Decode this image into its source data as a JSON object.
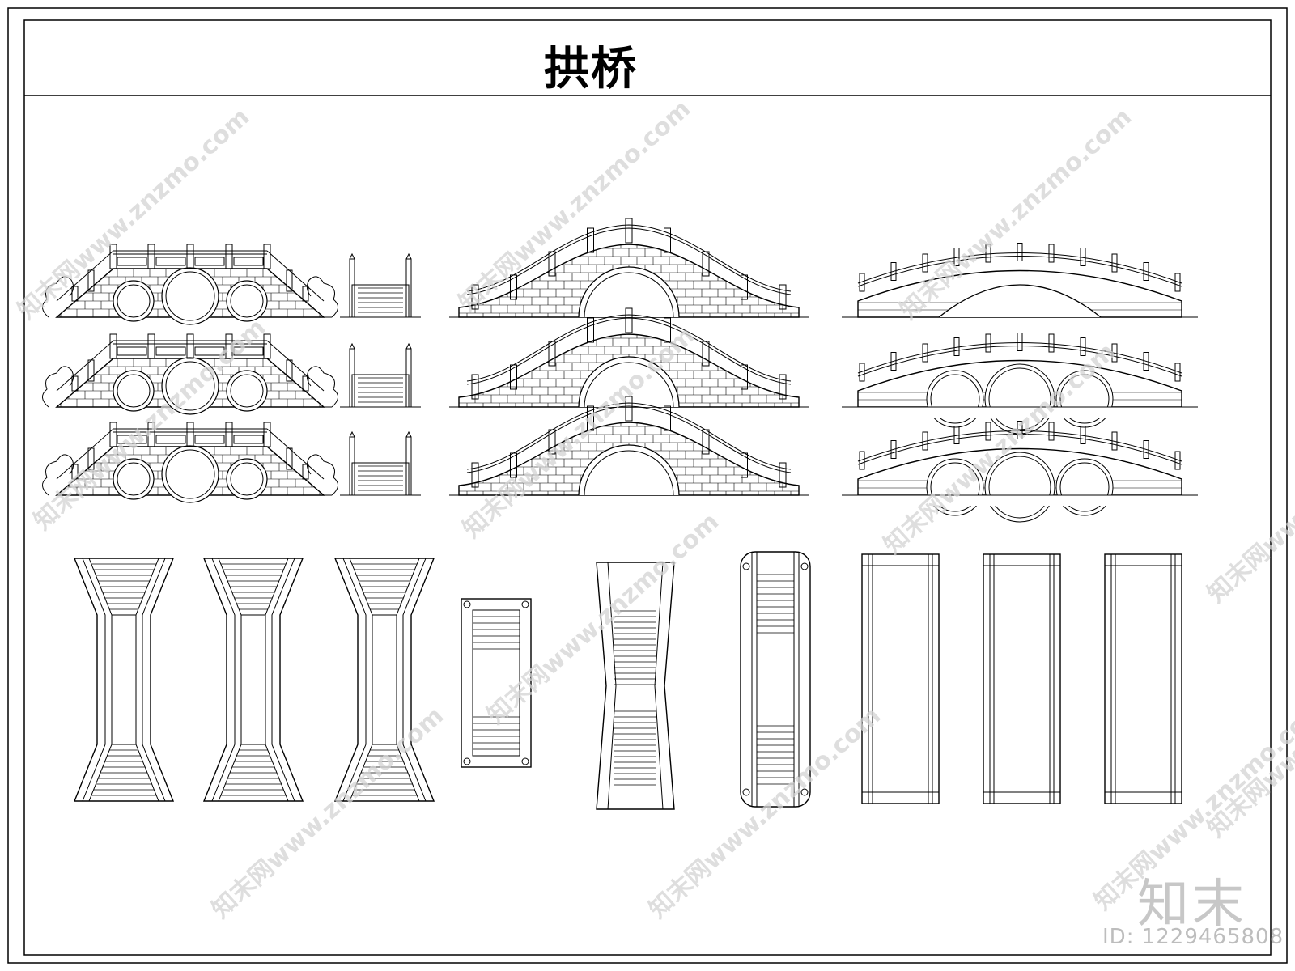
{
  "title": "拱桥",
  "watermarks": [
    "知末网www.znzmo.com"
  ],
  "brand": "知末",
  "image_id": "ID: 1229465808",
  "colors": {
    "line": "#000000",
    "watermark": "#d4d4d4",
    "background": "#ffffff"
  },
  "elevations": [
    {
      "type": "trapezoid-3-arch",
      "shrubs": true
    },
    {
      "type": "trapezoid-3-arch",
      "shrubs": true
    },
    {
      "type": "trapezoid-3-arch",
      "shrubs": true
    }
  ],
  "plans": [
    {
      "type": "hourglass"
    },
    {
      "type": "hourglass"
    },
    {
      "type": "hourglass"
    },
    {
      "type": "rect-small"
    },
    {
      "type": "hourglass-narrow"
    },
    {
      "type": "rounded"
    },
    {
      "type": "straight"
    },
    {
      "type": "straight"
    },
    {
      "type": "straight"
    }
  ]
}
